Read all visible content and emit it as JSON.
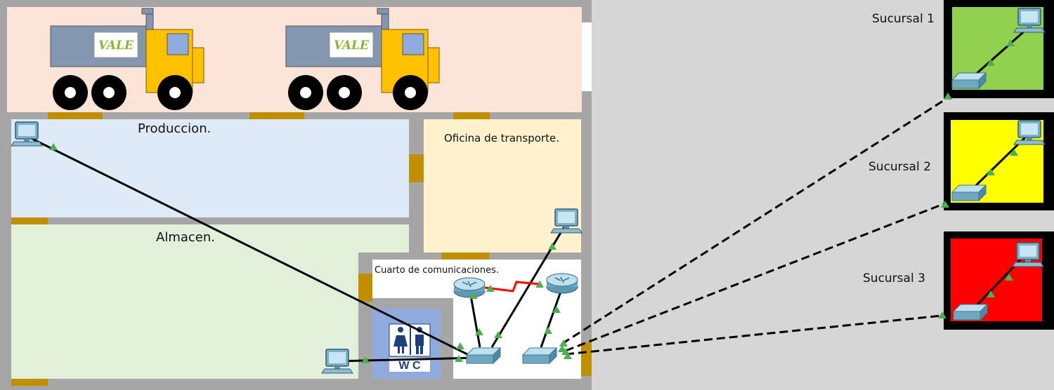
{
  "rooms": {
    "produccion": "Produccion.",
    "almacen": "Almacen.",
    "oficina": "Oficina de transporte.",
    "cuarto": "Cuarto de comunicaciones.",
    "wc": "W C"
  },
  "branches": [
    {
      "label": "Sucursal 1",
      "color": "#92d050"
    },
    {
      "label": "Sucursal 2",
      "color": "#ffff00"
    },
    {
      "label": "Sucursal 3",
      "color": "#ff0000"
    }
  ],
  "truck_logo": "VALE",
  "colors": {
    "floor": "#a6a6a6",
    "loading_zone": "#fde4d8",
    "produccion": "#deebf7",
    "almacen": "#e2efda",
    "oficina": "#fff2cc",
    "wc": "#8faadc",
    "door": "#bf8f00",
    "link": "#000000",
    "serial_link": "#ff0000",
    "port": "#4caf50",
    "device": "#6fa8c0"
  }
}
